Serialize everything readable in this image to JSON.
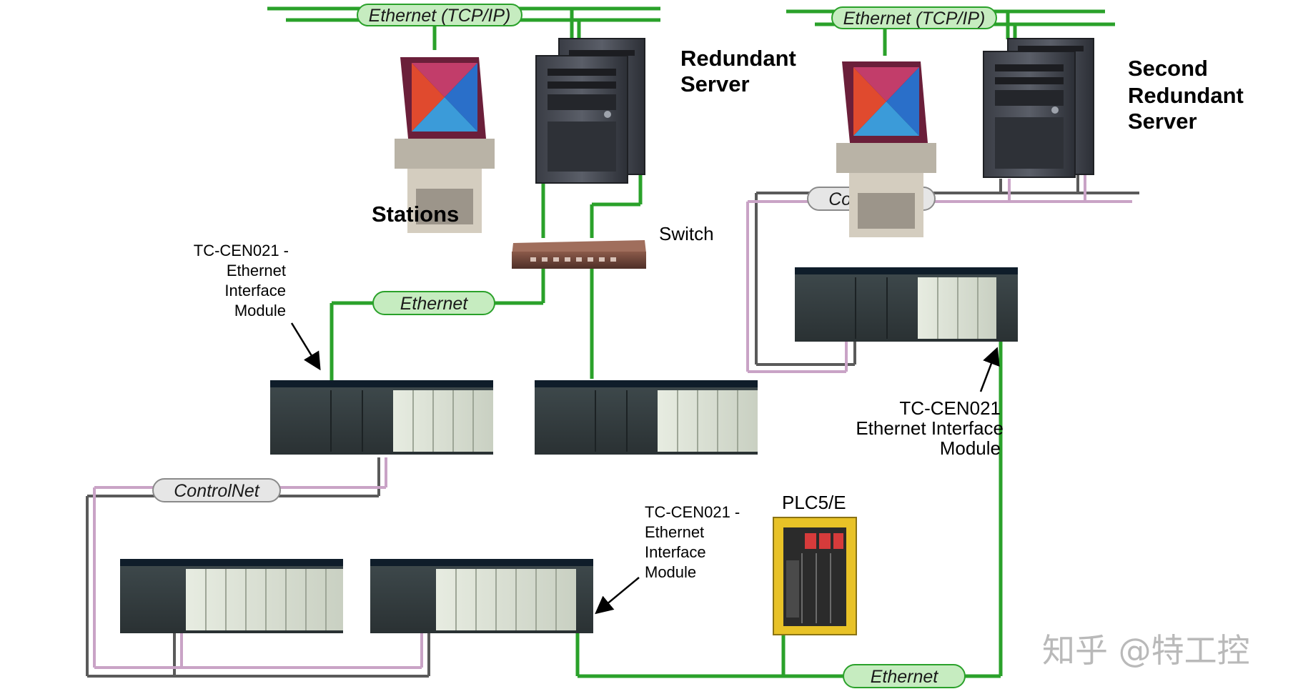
{
  "labels": {
    "stations": "Stations",
    "redundant_server_line1": "Redundant",
    "redundant_server_line2": "Server",
    "second_server_line1": "Second",
    "second_server_line2": "Redundant",
    "second_server_line3": "Server",
    "switch": "Switch",
    "plc5e": "PLC5/E",
    "module_left_line1": "TC-CEN021 -",
    "module_left_line2": "Ethernet",
    "module_left_line3": "Interface",
    "module_left_line4": "Module",
    "module_mid_line1": "TC-CEN021 -",
    "module_mid_line2": "Ethernet",
    "module_mid_line3": "Interface",
    "module_mid_line4": "Module",
    "module_right_line1": "TC-CEN021",
    "module_right_line2": "Ethernet Interface",
    "module_right_line3": "Module"
  },
  "networks": {
    "ethernet_tcpip_left": "Ethernet (TCP/IP)",
    "ethernet_tcpip_right": "Ethernet (TCP/IP)",
    "controlnet_right": "ControlNet",
    "controlnet_left": "ControlNet",
    "ethernet_switch": "Ethernet",
    "ethernet_bottom": "Ethernet"
  },
  "watermark": "知乎 @特工控",
  "colors": {
    "ethernet_line": "#2aa12a",
    "controlnet_pink": "#c9a3c6",
    "controlnet_gray": "#5a5a5a",
    "pill_green_fill": "#c6ecc0",
    "pill_gray_fill": "#e6e6e6"
  }
}
